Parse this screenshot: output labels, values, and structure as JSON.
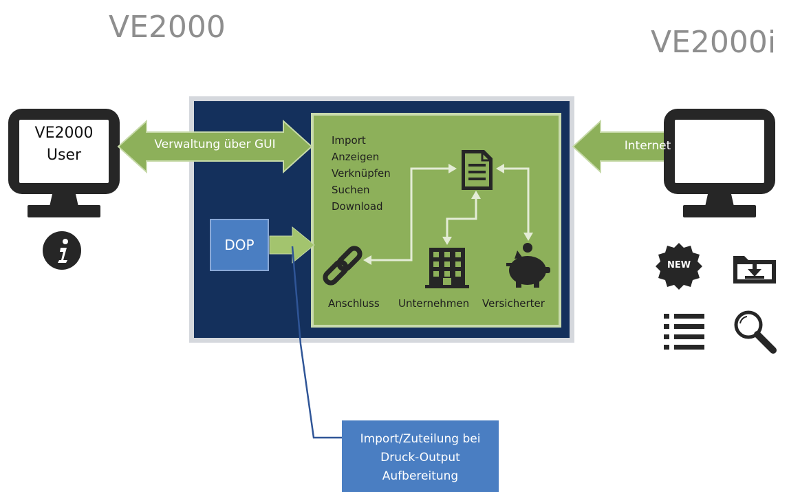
{
  "titles": {
    "left": "VE2000",
    "right": "VE2000i"
  },
  "left_monitor": {
    "line1": "VE2000",
    "line2": "User"
  },
  "arrows": {
    "gui": "Verwaltung über GUI",
    "internet": "Internet"
  },
  "dop": {
    "label": "DOP"
  },
  "functions": [
    "Import",
    "Anzeigen",
    "Verknüpfen",
    "Suchen",
    "Download"
  ],
  "entities": {
    "anschluss": "Anschluss",
    "unternehmen": "Unternehmen",
    "versicherter": "Versicherter"
  },
  "callout": {
    "line1": "Import/Zuteilung bei",
    "line2": "Druck-Output",
    "line3": "Aufbereitung"
  },
  "icons": {
    "new_badge": "NEW"
  },
  "colors": {
    "navy": "#14305c",
    "green": "#8db05a",
    "green_light": "#a3c46e",
    "blue": "#4a7ec2",
    "dark": "#262626"
  }
}
